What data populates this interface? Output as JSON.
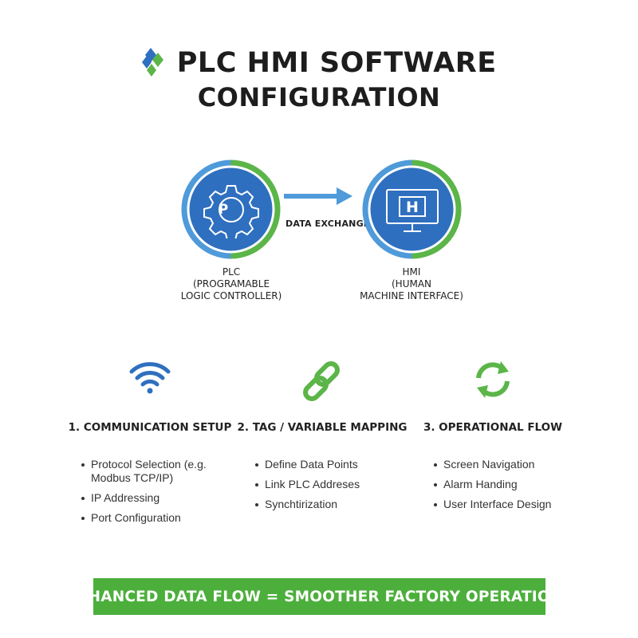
{
  "title": {
    "line1": "PLC HMI SOFTWARE",
    "line2": "CONFIGURATION"
  },
  "logo_icon": "diamond-logo-icon",
  "colors": {
    "blue": "#2f6fbf",
    "light_blue": "#4f9ad9",
    "green": "#5bb548",
    "banner_green": "#4caf3c",
    "text": "#1d1d1d"
  },
  "diagram": {
    "plc": {
      "icon_letter": "P",
      "icon": "gear-icon",
      "label": "PLC\n(PROGRAMABLE\nLOGIC CONTROLLER)"
    },
    "hmi": {
      "icon_letter": "H",
      "icon": "monitor-icon",
      "label": "HMI\n(HUMAN\nMACHINE INTERFACE)"
    },
    "arrow_label": "DATA EXCHANGE"
  },
  "sections": [
    {
      "icon": "wifi-icon",
      "heading": "1. COMMUNICATION SETUP",
      "items": [
        "Protocol Selection (e.g. Modbus TCP/IP)",
        "IP Addressing",
        "Port Configuration"
      ]
    },
    {
      "icon": "link-icon",
      "heading": "2. TAG / VARIABLE MAPPING",
      "items": [
        "Define Data Points",
        "Link PLC Addreses",
        "Synchtirization"
      ]
    },
    {
      "icon": "refresh-cycle-icon",
      "heading": "3. OPERATIONAL FLOW",
      "items": [
        "Screen Navigation",
        "Alarm Handing",
        "User Interface Design"
      ]
    }
  ],
  "banner": {
    "text": "ENHANCED DATA FLOW = SMOOTHER FACTORY OPERATIONS"
  }
}
